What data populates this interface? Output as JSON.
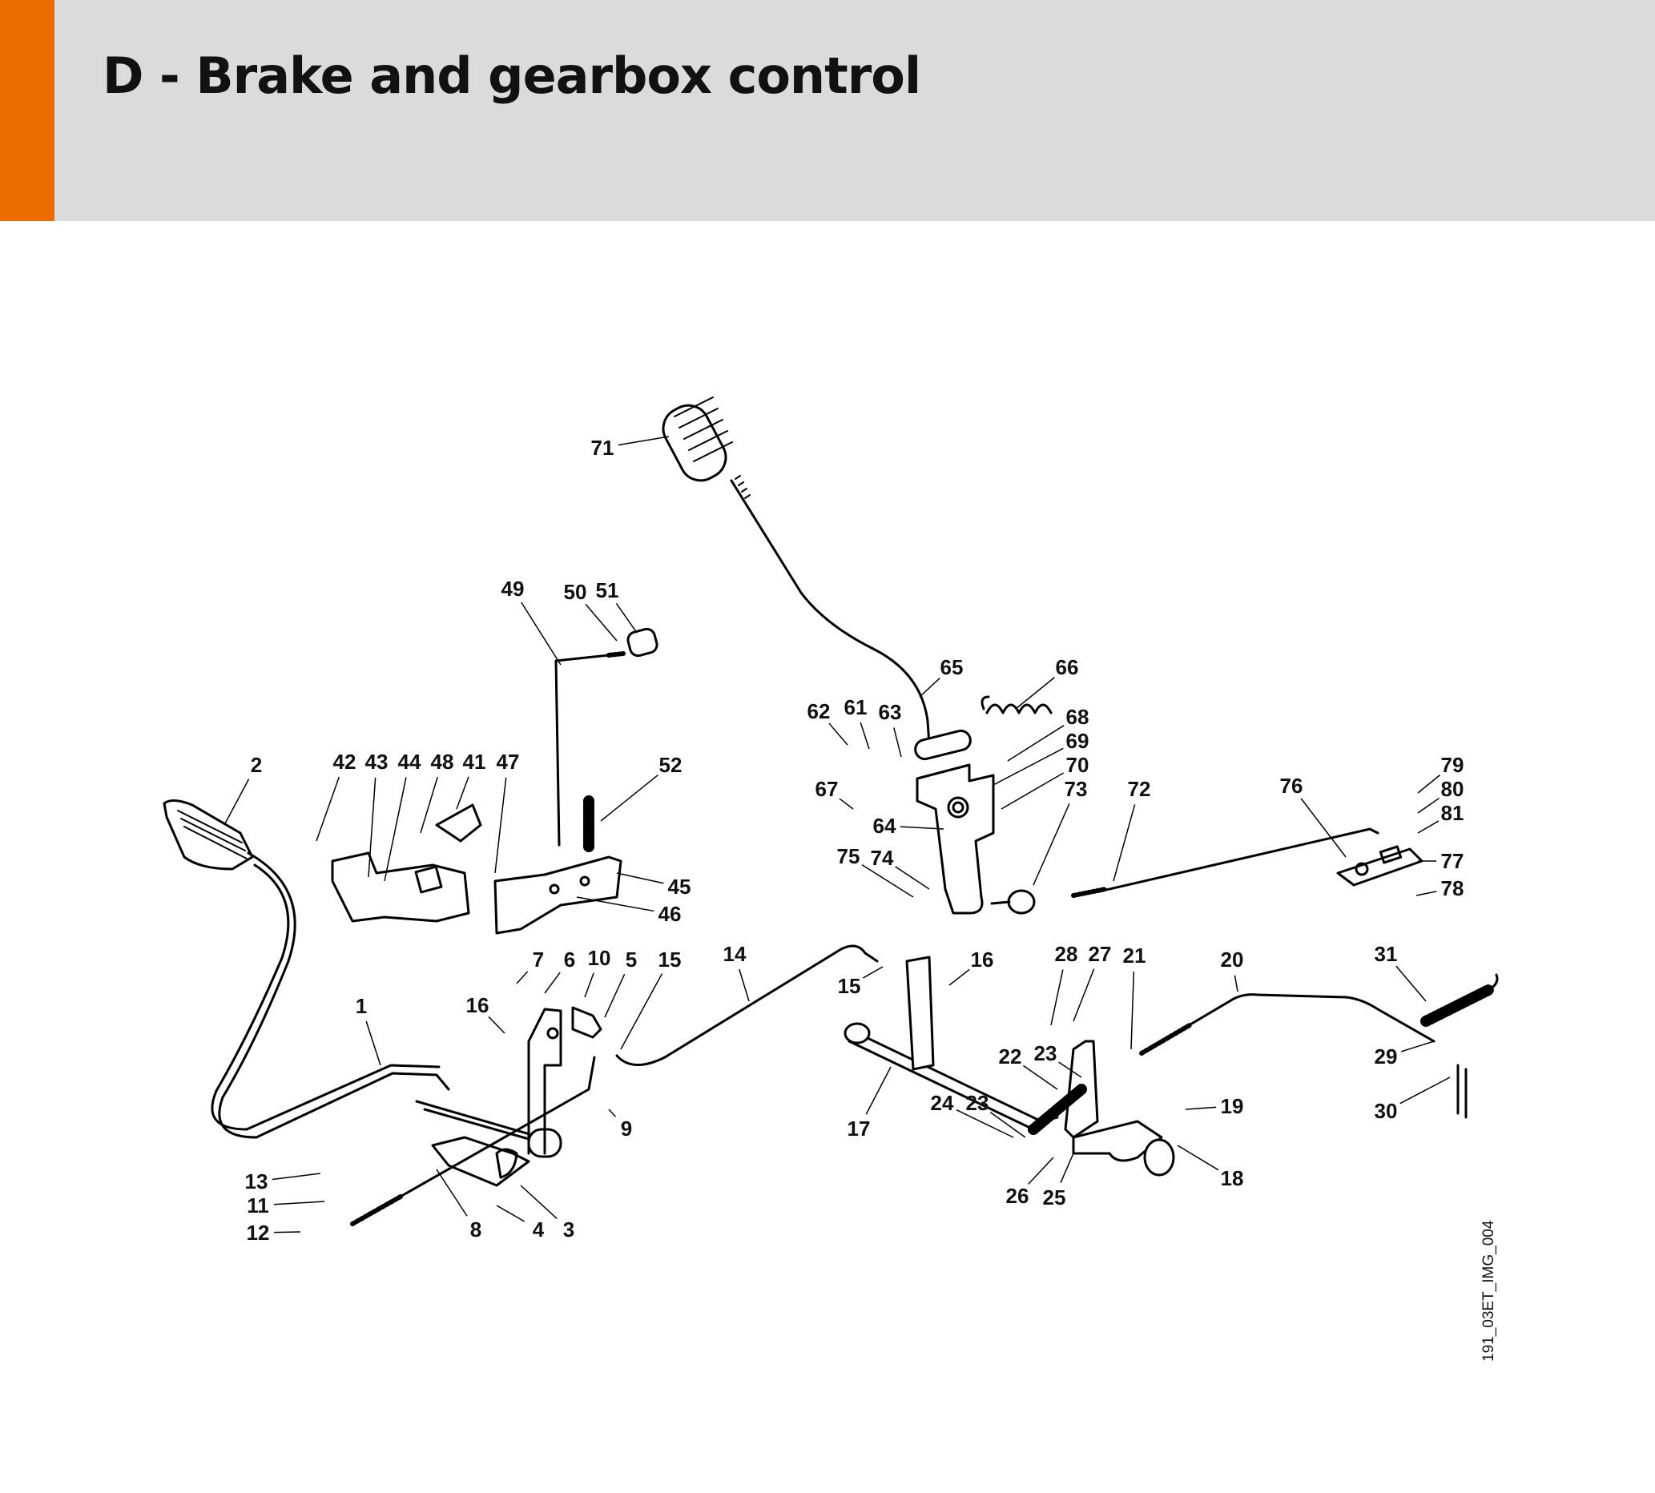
{
  "header": {
    "title": "D - Brake and gearbox control",
    "accent_color": "#ec6c00",
    "band_color": "#dadbdb"
  },
  "image_code": "191_03ET_IMG_004",
  "part_labels": [
    "1",
    "2",
    "3",
    "4",
    "5",
    "6",
    "7",
    "8",
    "9",
    "10",
    "11",
    "12",
    "13",
    "14",
    "15",
    "16",
    "17",
    "18",
    "19",
    "20",
    "21",
    "22",
    "23",
    "24",
    "25",
    "26",
    "27",
    "28",
    "29",
    "30",
    "31",
    "41",
    "42",
    "43",
    "44",
    "45",
    "46",
    "47",
    "48",
    "49",
    "50",
    "51",
    "52",
    "61",
    "62",
    "63",
    "64",
    "65",
    "66",
    "67",
    "68",
    "69",
    "70",
    "71",
    "72",
    "73",
    "74",
    "75",
    "76",
    "77",
    "78",
    "79",
    "80",
    "81"
  ]
}
